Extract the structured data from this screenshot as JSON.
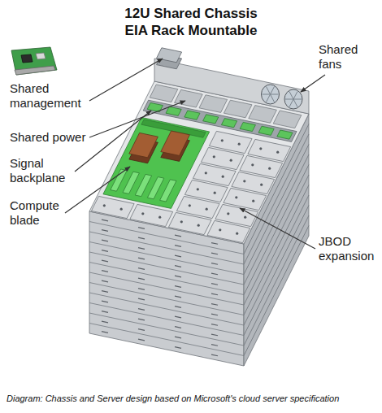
{
  "diagram": {
    "title": "12U Shared Chassis EIA Rack Mountable",
    "caption": "Diagram: Chassis and Server design based on Microsoft's cloud server specification",
    "labels": [
      "Shared management",
      "Shared fans",
      "Shared power",
      "Signal backplane",
      "Compute blade",
      "JBOD expansion"
    ]
  }
}
